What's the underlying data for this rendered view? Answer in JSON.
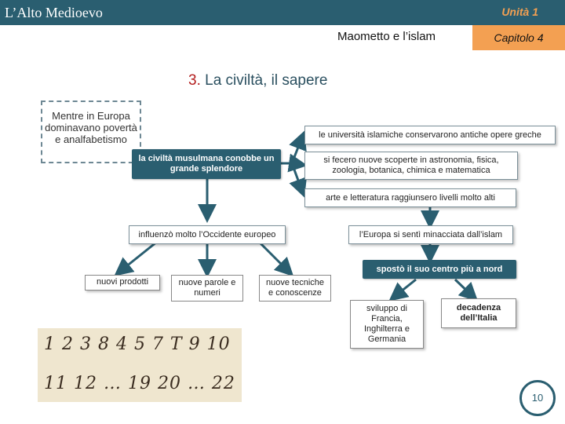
{
  "header": {
    "title": "L’Alto Medioevo",
    "unit": "Unità 1",
    "chapter_title": "Maometto e l’islam",
    "chapter_tab": "Capitolo 4"
  },
  "section": {
    "number": "3.",
    "title": "La civiltà, il sapere"
  },
  "diagram": {
    "intro": "Mentre in Europa dominavano povertà e analfabetismo",
    "main": "la civiltà musulmana conobbe un grande splendore",
    "branches_right": [
      "le università islamiche conservarono antiche opere greche",
      "si fecero nuove scoperte in astronomia, fisica, zoologia, botanica, chimica e matematica",
      "arte e letteratura raggiunsero livelli molto alti"
    ],
    "influence": "influenzò molto l’Occidente europeo",
    "influence_items": [
      "nuovi prodotti",
      "nuove parole e numeri",
      "nuove tecniche e conoscenze"
    ],
    "threat": "l’Europa si sentì minacciata dall’islam",
    "shift": "spostò il suo centro più a nord",
    "shift_items": [
      "sviluppo di Francia, Inghilterra e Germania",
      "decadenza dell’Italia"
    ]
  },
  "numerals": {
    "row1": "1 2 3 8 4 5 7 T 9 10",
    "row2": "11 12 … 19 20 … 22"
  },
  "page_number": "10",
  "colors": {
    "header_bg": "#2a5e70",
    "accent_orange": "#f3a052",
    "heading_number": "#b31e1e"
  }
}
